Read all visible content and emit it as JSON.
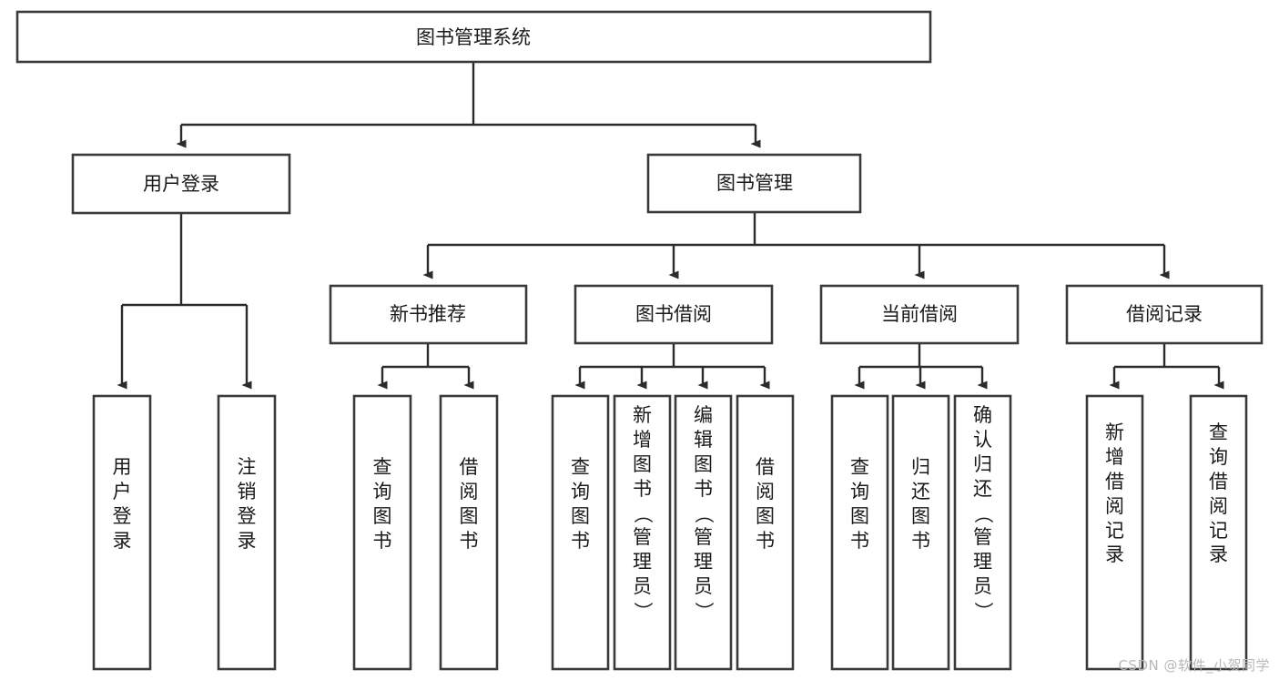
{
  "diagram": {
    "title": "图书管理系统",
    "type": "hierarchy-tree",
    "watermark": "CSDN @软件_小贺同学",
    "colors": {
      "box_stroke": "#3a3a3a",
      "edge": "#2b2b2b",
      "background": "#ffffff",
      "text": "#1a1a1a",
      "watermark": "#b8b8b8"
    },
    "levels": {
      "root": {
        "label": "图书管理系统"
      },
      "level1": [
        {
          "label": "用户登录"
        },
        {
          "label": "图书管理"
        }
      ],
      "level2": [
        {
          "label": "新书推荐"
        },
        {
          "label": "图书借阅"
        },
        {
          "label": "当前借阅"
        },
        {
          "label": "借阅记录"
        }
      ],
      "leaves_user_login": [
        {
          "label": "用户登录"
        },
        {
          "label": "注销登录"
        }
      ],
      "leaves_new_book": [
        {
          "label": "查询图书"
        },
        {
          "label": "借阅图书"
        }
      ],
      "leaves_book_borrow": [
        {
          "label": "查询图书"
        },
        {
          "label": "新增图书（管理员）"
        },
        {
          "label": "编辑图书（管理员）"
        },
        {
          "label": "借阅图书"
        }
      ],
      "leaves_current_borrow": [
        {
          "label": "查询图书"
        },
        {
          "label": "归还图书"
        },
        {
          "label": "确认归还（管理员）"
        }
      ],
      "leaves_borrow_record": [
        {
          "label": "新增借阅记录"
        },
        {
          "label": "查询借阅记录"
        }
      ]
    }
  }
}
